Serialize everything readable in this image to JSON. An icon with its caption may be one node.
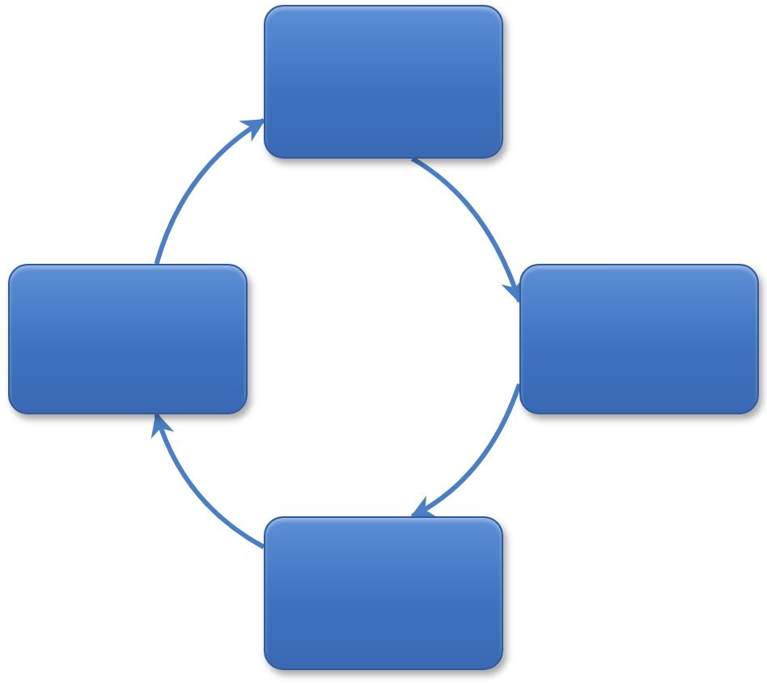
{
  "diagram": {
    "nodes": [
      {
        "text": [],
        "shape": "box"
      },
      {
        "text": [],
        "shape": "box"
      },
      {
        "text": [],
        "shape": "box"
      },
      {
        "text": [],
        "shape": "box"
      }
    ],
    "edges": [
      {
        "from": 0,
        "to": 2,
        "arrow": "to"
      },
      {
        "from": 2,
        "to": 3,
        "arrow": "to"
      },
      {
        "from": 3,
        "to": 1,
        "arrow": "to"
      },
      {
        "from": 1,
        "to": 0,
        "arrow": "to"
      }
    ]
  }
}
